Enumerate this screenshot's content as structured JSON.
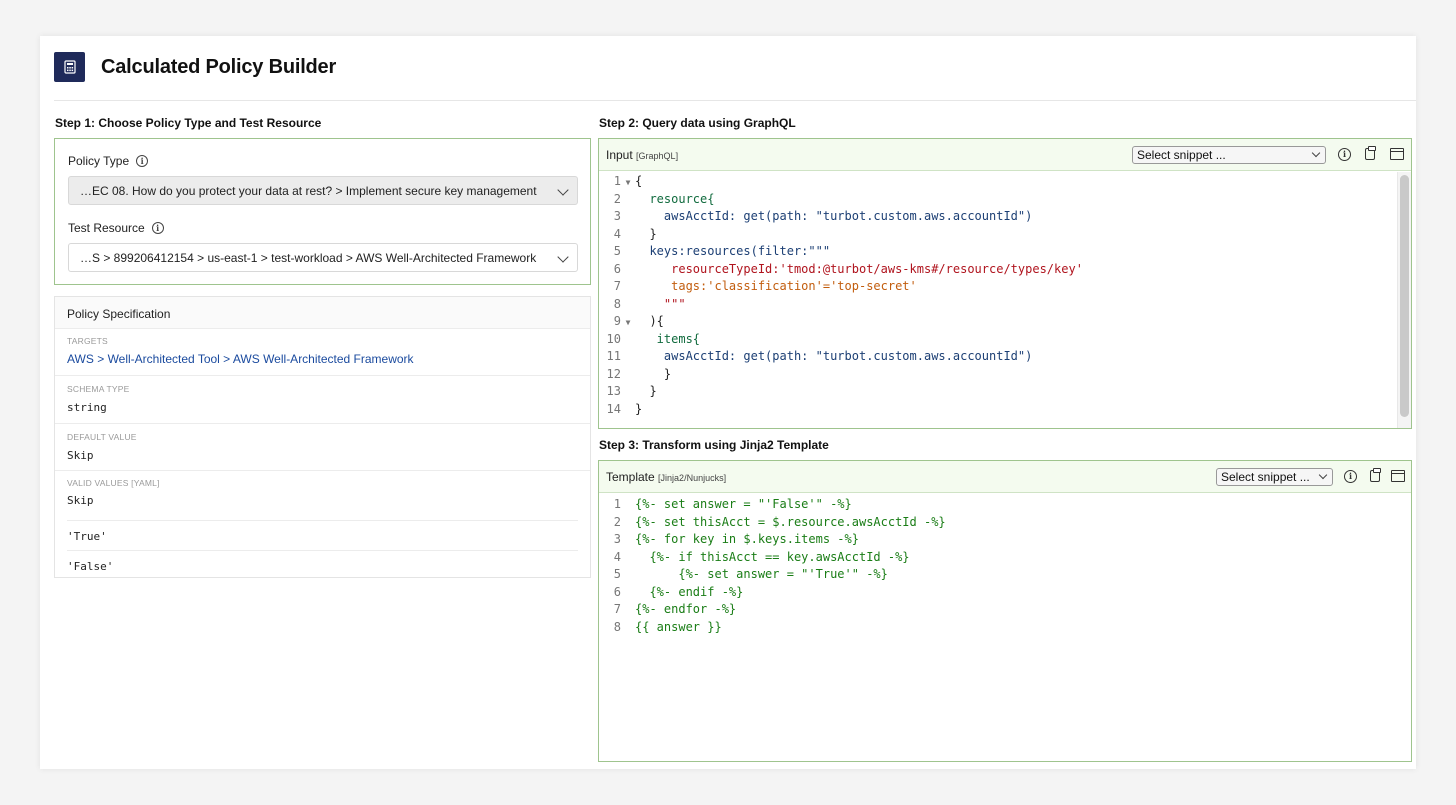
{
  "app": {
    "title": "Calculated Policy Builder"
  },
  "step1": {
    "label": "Step 1: Choose Policy Type and Test Resource",
    "policy_type": {
      "label": "Policy Type",
      "value": "…EC 08. How do you protect your data at rest? > Implement secure key management"
    },
    "test_resource": {
      "label": "Test Resource",
      "value": "…S > 899206412154 > us-east-1 > test-workload > AWS Well-Architected Framework"
    }
  },
  "spec": {
    "title": "Policy Specification",
    "targets_key": "TARGETS",
    "targets_value": "AWS > Well-Architected Tool > AWS Well-Architected Framework",
    "schema_key": "SCHEMA TYPE",
    "schema_value": "string",
    "default_key": "DEFAULT VALUE",
    "default_value": "Skip",
    "valid_key": "VALID VALUES [YAML]",
    "valid_values": [
      "Skip",
      "'True'",
      "'False'"
    ]
  },
  "step2": {
    "label": "Step 2: Query data using GraphQL",
    "editor_title": "Input",
    "editor_subtitle": "[GraphQL]",
    "snippet_placeholder": "Select snippet ...",
    "lines": [
      "{",
      "  resource{",
      "    awsAcctId: get(path: \"turbot.custom.aws.accountId\")",
      "  }",
      "  keys:resources(filter:\"\"\"",
      "     resourceTypeId:'tmod:@turbot/aws-kms#/resource/types/key'",
      "     tags:'classification'='top-secret'",
      "    \"\"\"",
      "  ){",
      "   items{",
      "    awsAcctId: get(path: \"turbot.custom.aws.accountId\")",
      "    }",
      "  }",
      "}"
    ]
  },
  "step3": {
    "label": "Step 3: Transform using Jinja2 Template",
    "editor_title": "Template",
    "editor_subtitle": "[Jinja2/Nunjucks]",
    "snippet_placeholder": "Select snippet ...",
    "lines": [
      "{%- set answer = \"'False'\" -%}",
      "{%- set thisAcct = $.resource.awsAcctId -%}",
      "{%- for key in $.keys.items -%}",
      "  {%- if thisAcct == key.awsAcctId -%}",
      "      {%- set answer = \"'True'\" -%}",
      "  {%- endif -%}",
      "{%- endfor -%}",
      "{{ answer }}"
    ]
  },
  "icons": [
    "calculator-icon",
    "info-icon",
    "clipboard-icon",
    "window-icon",
    "chevron-down-icon"
  ]
}
